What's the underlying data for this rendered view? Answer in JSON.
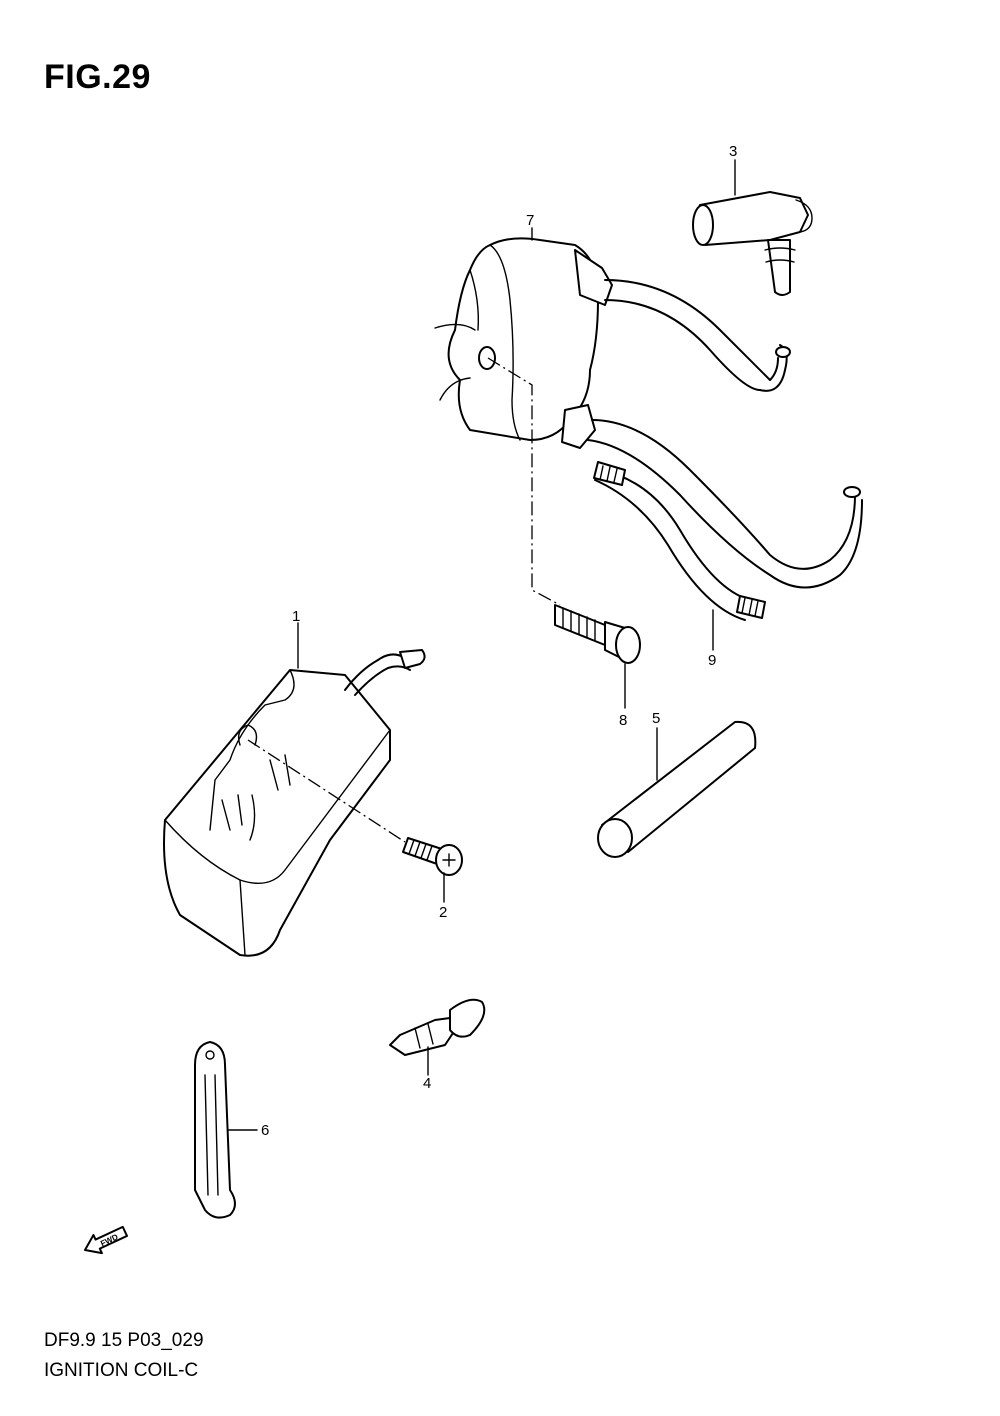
{
  "figure": {
    "title": "FIG.29",
    "model_code": "DF9.9 15 P03_029",
    "section_name": "IGNITION COIL-C",
    "fwd_label": "FWD"
  },
  "callouts": [
    {
      "id": "callout-1",
      "label": "1"
    },
    {
      "id": "callout-2",
      "label": "2"
    },
    {
      "id": "callout-3",
      "label": "3"
    },
    {
      "id": "callout-4",
      "label": "4"
    },
    {
      "id": "callout-5",
      "label": "5"
    },
    {
      "id": "callout-6",
      "label": "6"
    },
    {
      "id": "callout-7",
      "label": "7"
    },
    {
      "id": "callout-8",
      "label": "8"
    },
    {
      "id": "callout-9",
      "label": "9"
    }
  ]
}
